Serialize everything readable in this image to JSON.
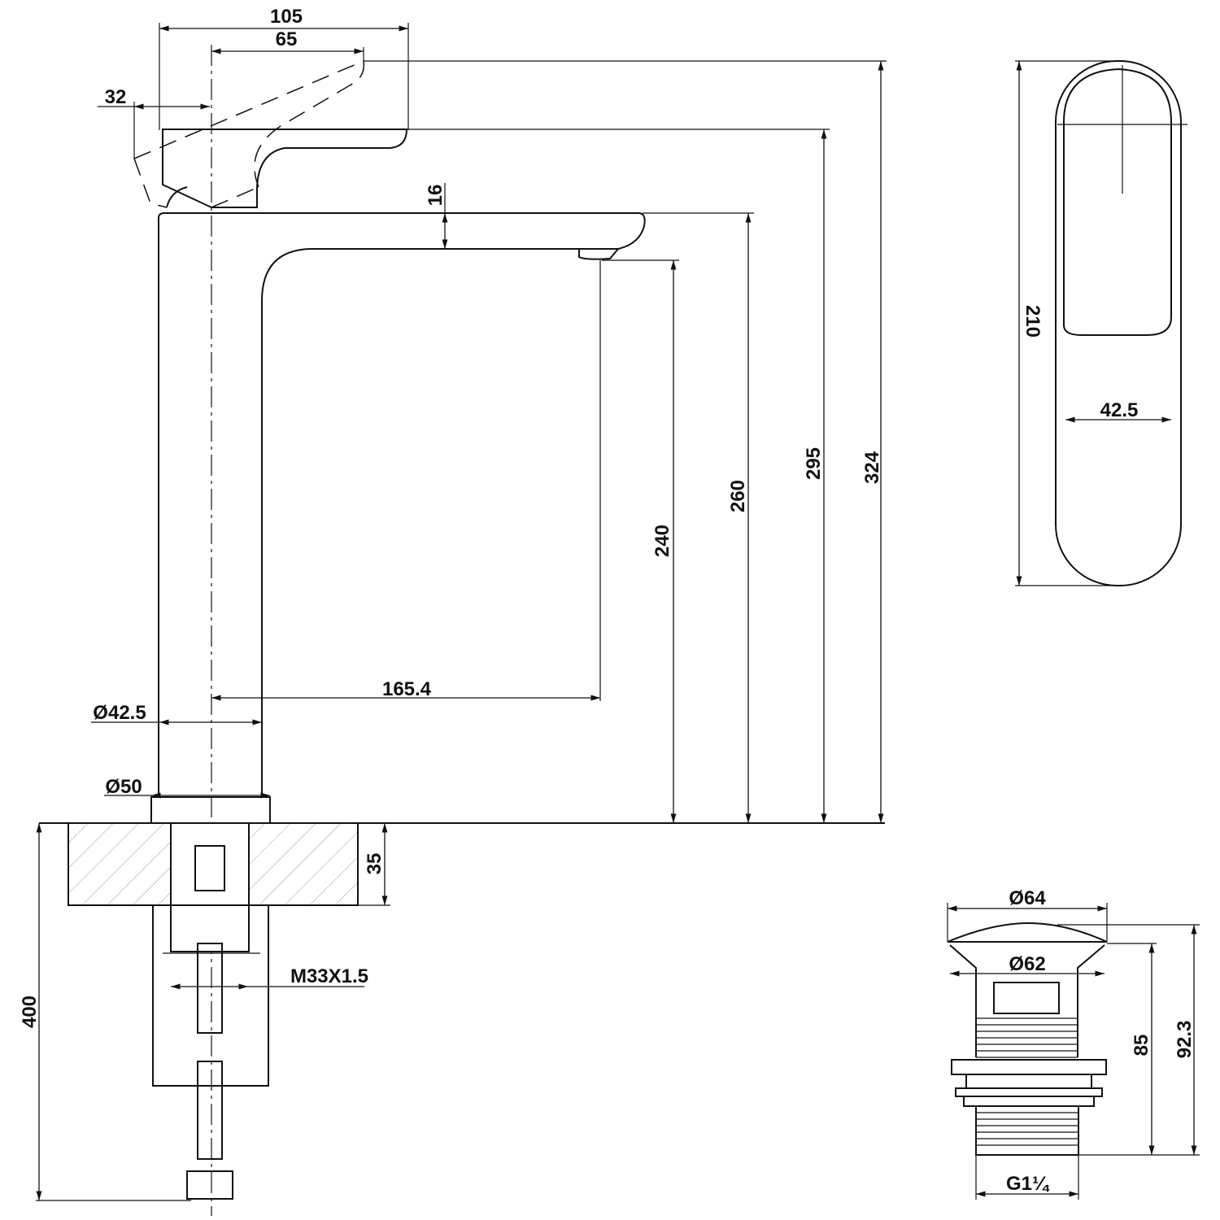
{
  "title": "Basin mixer technical drawing",
  "front_view": {
    "dims": {
      "overall_depth": "105",
      "handle_reach": "65",
      "handle_offset": "32",
      "spout_thickness": "16",
      "total_height": "324",
      "body_height": "295",
      "spout_top_height": "260",
      "outlet_height": "240",
      "spout_projection": "165.4",
      "body_diameter": "Ø42.5",
      "base_diameter": "Ø50",
      "deck_thickness": "35",
      "hose_length": "400",
      "thread": "M33X1.5"
    }
  },
  "side_view": {
    "dims": {
      "height": "210",
      "width": "42.5"
    }
  },
  "waste": {
    "dims": {
      "cap_diameter": "Ø64",
      "flange_diameter": "Ø62",
      "body_height": "85",
      "total_height": "92.3",
      "thread": "G1¼"
    }
  }
}
